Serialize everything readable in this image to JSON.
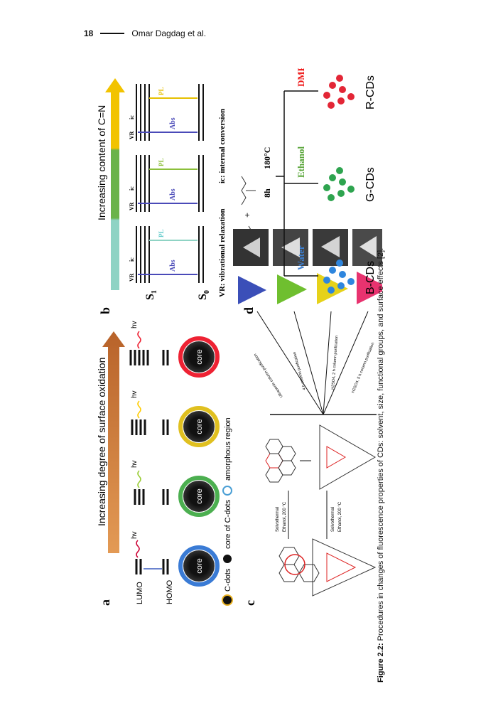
{
  "header": {
    "page_number": "18",
    "author": "Omar Dagdag et al."
  },
  "panel_a": {
    "label": "a",
    "title": "Increasing degree of surface oxidation",
    "lumo": "LUMO",
    "homo": "HOMO",
    "hv": "hv",
    "core": "core",
    "legend_cdots": "C-dots",
    "legend_core": "core of C-dots",
    "legend_amorphous": "amorphous region"
  },
  "panel_b": {
    "label": "b",
    "title": "Increasing content of C=N",
    "vr": "VR",
    "ic": "ic",
    "pl": "PL",
    "abs": "Abs",
    "s1": "S",
    "s1_sub": "1",
    "s0": "S",
    "s0_sub": "0",
    "vr_note": "VR: vibrational relaxation",
    "ic_note": "ic: internal conversion"
  },
  "panel_c": {
    "label": "c",
    "solvothermal1": "Solvothermal",
    "ethanol1": "Ethanol, 200 °C",
    "solvothermal2": "Solvothermal",
    "ethanol2": "Ethanol, 200 °C",
    "arrow1": "Ultrasonic column purification",
    "arrow2": "4 h column purification",
    "arrow3": "H2SO4, 2 h column purification",
    "arrow4": "H2SO4, 5 h column purification"
  },
  "panel_d": {
    "label": "d",
    "time": "8h",
    "temp": "180°C",
    "water": "Water",
    "ethanol": "Ethanol",
    "dmf": "DMF",
    "b_cds": "B-CDs",
    "g_cds": "G-CDs",
    "r_cds": "R-CDs"
  },
  "caption": {
    "label": "Figure 2.2:",
    "text": " Procedures in changes of fluorescence properties of CDs: solvent, size, functional groups, and surface effects [2]."
  },
  "colors": {
    "blue_dots": "#2e86de",
    "green_dots": "#2ea44f",
    "red_dots": "#e32636",
    "yellow": "#f2c300",
    "arrow_orange": "#c8752a"
  }
}
